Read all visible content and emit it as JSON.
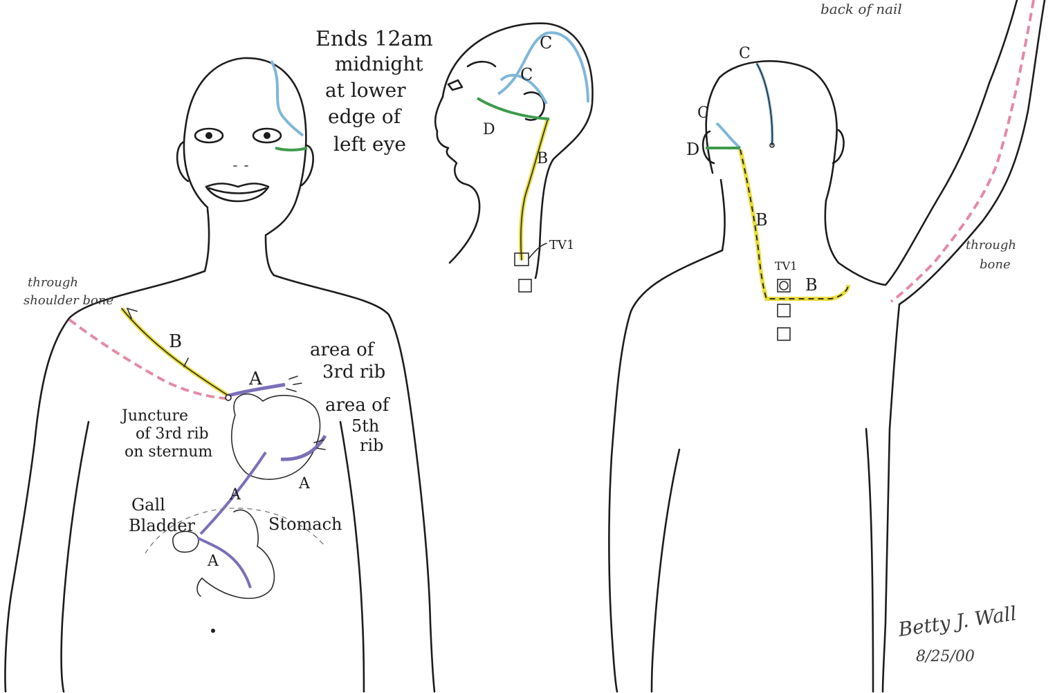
{
  "colors": {
    "ink": "#1c1c1c",
    "yellow_channel": "#e8dc3c",
    "blue_channel": "#7fb6da",
    "green_channel": "#3f9a4c",
    "purple_channel": "#7a6fb8",
    "pink_channel": "#e48aa4"
  },
  "labels": {
    "a": "A",
    "b": "B",
    "c": "C",
    "d": "D",
    "tv1": "TV1"
  },
  "annotations": {
    "ends_line1": "Ends 12am",
    "ends_line2": "midnight",
    "ends_line3": "at lower",
    "ends_line4": "edge of",
    "ends_line5": "left eye",
    "back_of_nail": "back of nail",
    "through_shoulder_1": "through",
    "through_shoulder_2": "shoulder bone",
    "through_bone_1": "through",
    "through_bone_2": "bone",
    "area3_1": "area of",
    "area3_2": "3rd rib",
    "area5_1": "area of",
    "area5_2": "5th",
    "area5_3": "rib",
    "juncture_1": "Juncture",
    "juncture_2": "of 3rd rib",
    "juncture_3": "on sternum",
    "gall_1": "Gall",
    "gall_2": "Bladder",
    "stomach": "Stomach"
  },
  "signature": {
    "name": "Betty J. Wall",
    "date": "8/25/00"
  }
}
